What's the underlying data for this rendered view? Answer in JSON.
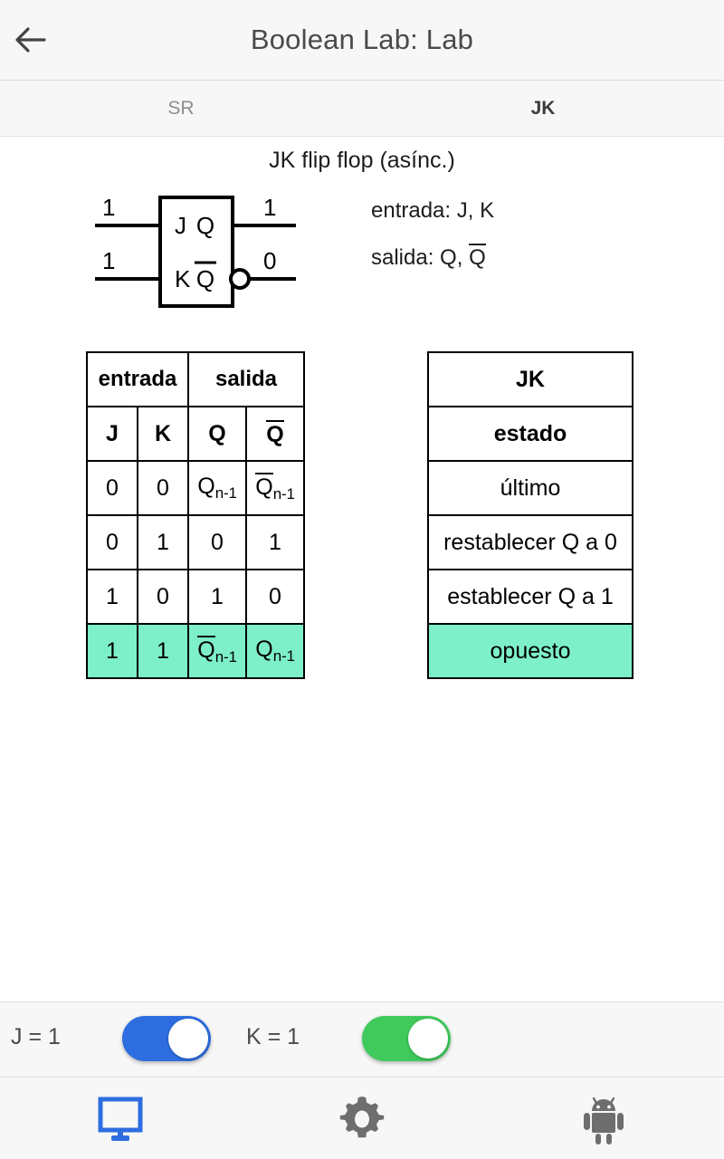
{
  "appbar": {
    "back_icon": "arrow-left-icon",
    "title": "Boolean Lab: Lab"
  },
  "tabs": [
    {
      "label": "SR",
      "active": false
    },
    {
      "label": "JK",
      "active": true
    }
  ],
  "content": {
    "section_title": "JK flip flop (asínc.)",
    "diagram": {
      "input_labels": [
        "J",
        "K"
      ],
      "output_labels": [
        "Q",
        "Q"
      ],
      "input_values": [
        "1",
        "1"
      ],
      "output_values": [
        "1",
        "0"
      ],
      "inverted_output": true
    },
    "info": {
      "input_line_prefix": "entrada: ",
      "input_line_value": "J, K",
      "output_line_prefix": "salida: ",
      "output_line_value_q": "Q,",
      "output_line_value_qbar": "Q"
    },
    "truth_table": {
      "group_headers": [
        "entrada",
        "salida"
      ],
      "column_headers": [
        "J",
        "K",
        "Q",
        "Q"
      ],
      "rows": [
        {
          "j": "0",
          "k": "0",
          "q": "Q",
          "q_sub": "n-1",
          "qbar": "Q",
          "qbar_sub": "n-1",
          "q_overline": false,
          "qbar_overline": true,
          "highlight": false
        },
        {
          "j": "0",
          "k": "1",
          "q": "0",
          "q_sub": "",
          "qbar": "1",
          "qbar_sub": "",
          "q_overline": false,
          "qbar_overline": false,
          "highlight": false
        },
        {
          "j": "1",
          "k": "0",
          "q": "1",
          "q_sub": "",
          "qbar": "0",
          "qbar_sub": "",
          "q_overline": false,
          "qbar_overline": false,
          "highlight": false
        },
        {
          "j": "1",
          "k": "1",
          "q": "Q",
          "q_sub": "n-1",
          "qbar": "Q",
          "qbar_sub": "n-1",
          "q_overline": true,
          "qbar_overline": false,
          "highlight": true
        }
      ]
    },
    "state_table": {
      "title": "JK",
      "subheader": "estado",
      "rows": [
        {
          "label": "último",
          "highlight": false
        },
        {
          "label": "restablecer Q a 0",
          "highlight": false
        },
        {
          "label": "establecer Q a 1",
          "highlight": false
        },
        {
          "label": "opuesto",
          "highlight": true
        }
      ]
    }
  },
  "switchbar": {
    "j": {
      "label": "J = 1",
      "on": true,
      "color": "#2d6de0"
    },
    "k": {
      "label": "K = 1",
      "on": true,
      "color": "#3fca5b"
    }
  },
  "bottomnav": [
    {
      "icon": "monitor-icon",
      "active": true,
      "color": "#2d6de0"
    },
    {
      "icon": "gear-icon",
      "active": false,
      "color": "#6e6e6e"
    },
    {
      "icon": "android-robot-icon",
      "active": false,
      "color": "#6e6e6e"
    }
  ],
  "colors": {
    "highlight": "#7df0c9",
    "bar_background": "#f7f7f7",
    "text_primary": "#1d1d1d",
    "text_muted": "#8d8d8d"
  }
}
